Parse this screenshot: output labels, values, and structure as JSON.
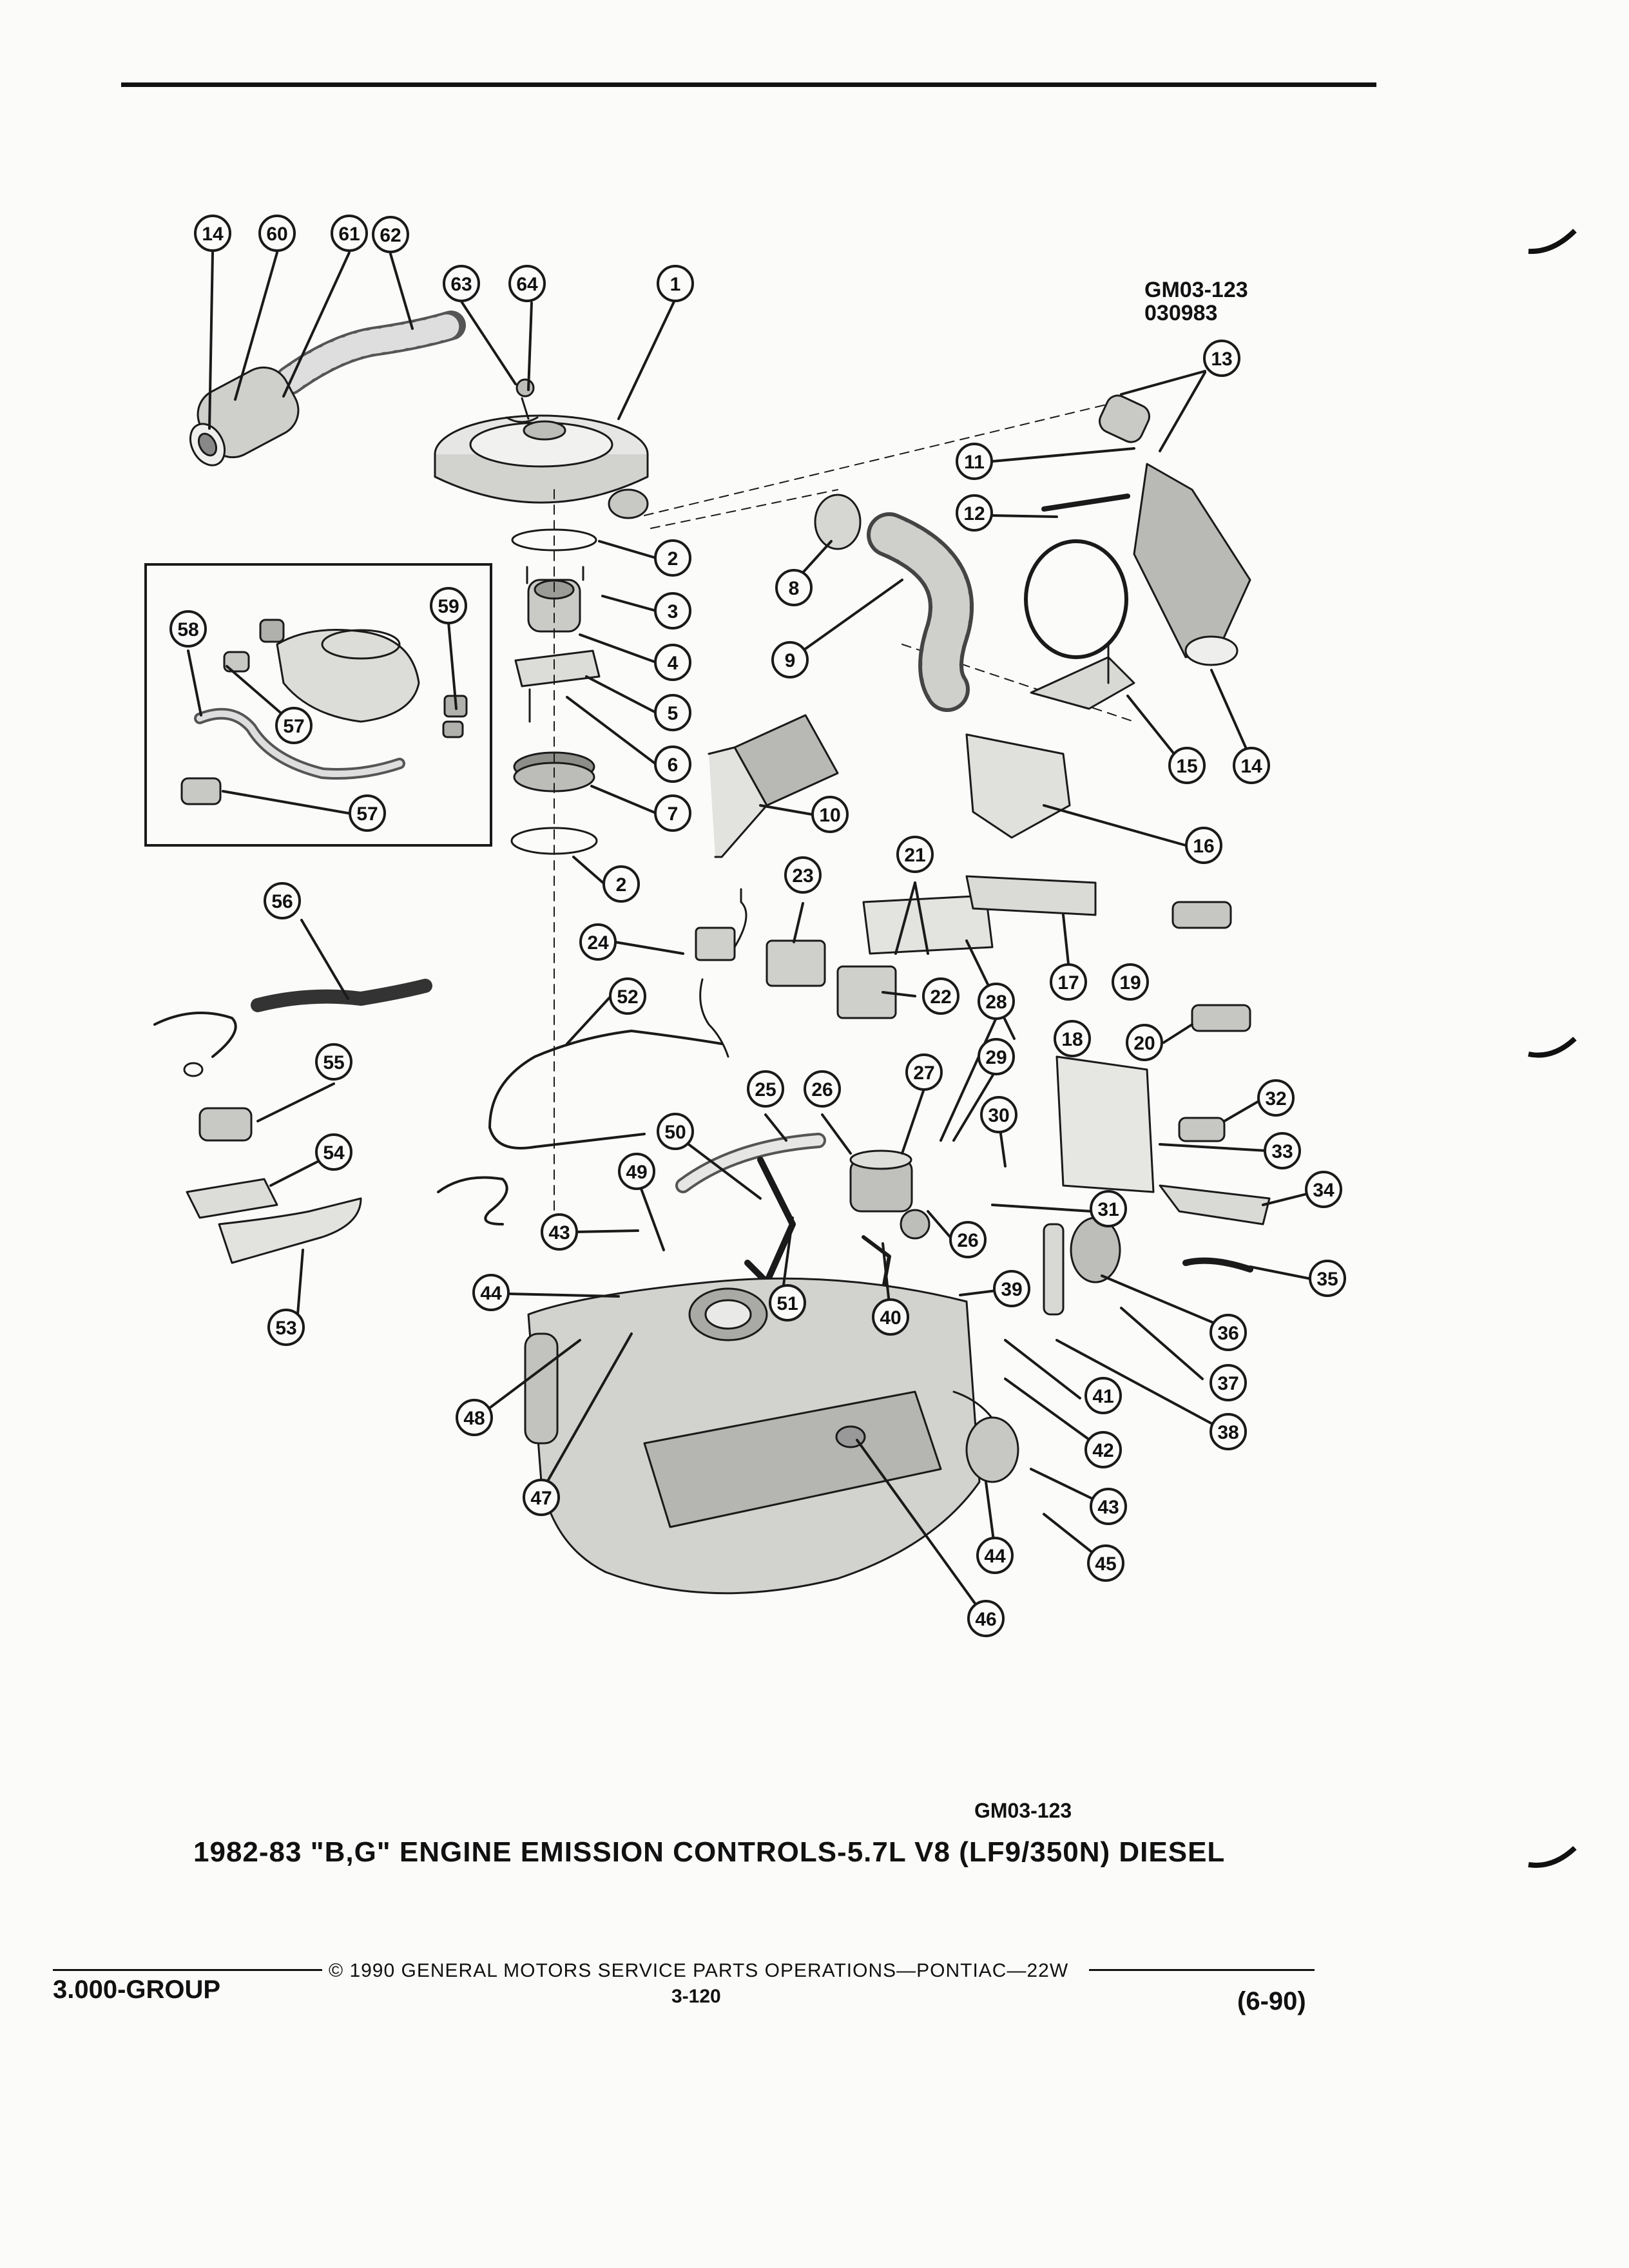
{
  "figure": {
    "code_top": "GM03-123",
    "date_code": "030983",
    "code_bottom": "GM03-123",
    "title": "1982-83 \"B,G\" ENGINE EMISSION CONTROLS-5.7L V8 (LF9/350N) DIESEL"
  },
  "footer": {
    "group": "3.000-GROUP",
    "copyright": "© 1990 GENERAL MOTORS SERVICE PARTS OPERATIONS—PONTIAC—22W",
    "page": "3-120",
    "date": "(6-90)"
  },
  "callouts": [
    {
      "id": "c14a",
      "label": "14"
    },
    {
      "id": "c60",
      "label": "60"
    },
    {
      "id": "c61",
      "label": "61"
    },
    {
      "id": "c62",
      "label": "62"
    },
    {
      "id": "c63",
      "label": "63"
    },
    {
      "id": "c64",
      "label": "64"
    },
    {
      "id": "c1",
      "label": "1"
    },
    {
      "id": "c13",
      "label": "13"
    },
    {
      "id": "c11",
      "label": "11"
    },
    {
      "id": "c12",
      "label": "12"
    },
    {
      "id": "c2a",
      "label": "2"
    },
    {
      "id": "c3",
      "label": "3"
    },
    {
      "id": "c4",
      "label": "4"
    },
    {
      "id": "c5",
      "label": "5"
    },
    {
      "id": "c6",
      "label": "6"
    },
    {
      "id": "c7",
      "label": "7"
    },
    {
      "id": "c2b",
      "label": "2"
    },
    {
      "id": "c8",
      "label": "8"
    },
    {
      "id": "c9",
      "label": "9"
    },
    {
      "id": "c10",
      "label": "10"
    },
    {
      "id": "c15",
      "label": "15"
    },
    {
      "id": "c14b",
      "label": "14"
    },
    {
      "id": "c16",
      "label": "16"
    },
    {
      "id": "c58",
      "label": "58"
    },
    {
      "id": "c59",
      "label": "59"
    },
    {
      "id": "c57a",
      "label": "57"
    },
    {
      "id": "c57b",
      "label": "57"
    },
    {
      "id": "c21",
      "label": "21"
    },
    {
      "id": "c23",
      "label": "23"
    },
    {
      "id": "c24",
      "label": "24"
    },
    {
      "id": "c17",
      "label": "17"
    },
    {
      "id": "c19",
      "label": "19"
    },
    {
      "id": "c22",
      "label": "22"
    },
    {
      "id": "c18",
      "label": "18"
    },
    {
      "id": "c20",
      "label": "20"
    },
    {
      "id": "c56",
      "label": "56"
    },
    {
      "id": "c52",
      "label": "52"
    },
    {
      "id": "c28",
      "label": "28"
    },
    {
      "id": "c29",
      "label": "29"
    },
    {
      "id": "c27",
      "label": "27"
    },
    {
      "id": "c55",
      "label": "55"
    },
    {
      "id": "c25",
      "label": "25"
    },
    {
      "id": "c26a",
      "label": "26"
    },
    {
      "id": "c30",
      "label": "30"
    },
    {
      "id": "c32",
      "label": "32"
    },
    {
      "id": "c50",
      "label": "50"
    },
    {
      "id": "c33",
      "label": "33"
    },
    {
      "id": "c54",
      "label": "54"
    },
    {
      "id": "c49",
      "label": "49"
    },
    {
      "id": "c34",
      "label": "34"
    },
    {
      "id": "c31",
      "label": "31"
    },
    {
      "id": "c43a",
      "label": "43"
    },
    {
      "id": "c26b",
      "label": "26"
    },
    {
      "id": "c35",
      "label": "35"
    },
    {
      "id": "c44a",
      "label": "44"
    },
    {
      "id": "c39",
      "label": "39"
    },
    {
      "id": "c51",
      "label": "51"
    },
    {
      "id": "c40",
      "label": "40"
    },
    {
      "id": "c53",
      "label": "53"
    },
    {
      "id": "c36",
      "label": "36"
    },
    {
      "id": "c37",
      "label": "37"
    },
    {
      "id": "c41",
      "label": "41"
    },
    {
      "id": "c48",
      "label": "48"
    },
    {
      "id": "c38",
      "label": "38"
    },
    {
      "id": "c42",
      "label": "42"
    },
    {
      "id": "c47",
      "label": "47"
    },
    {
      "id": "c43b",
      "label": "43"
    },
    {
      "id": "c44b",
      "label": "44"
    },
    {
      "id": "c45",
      "label": "45"
    },
    {
      "id": "c46",
      "label": "46"
    }
  ]
}
